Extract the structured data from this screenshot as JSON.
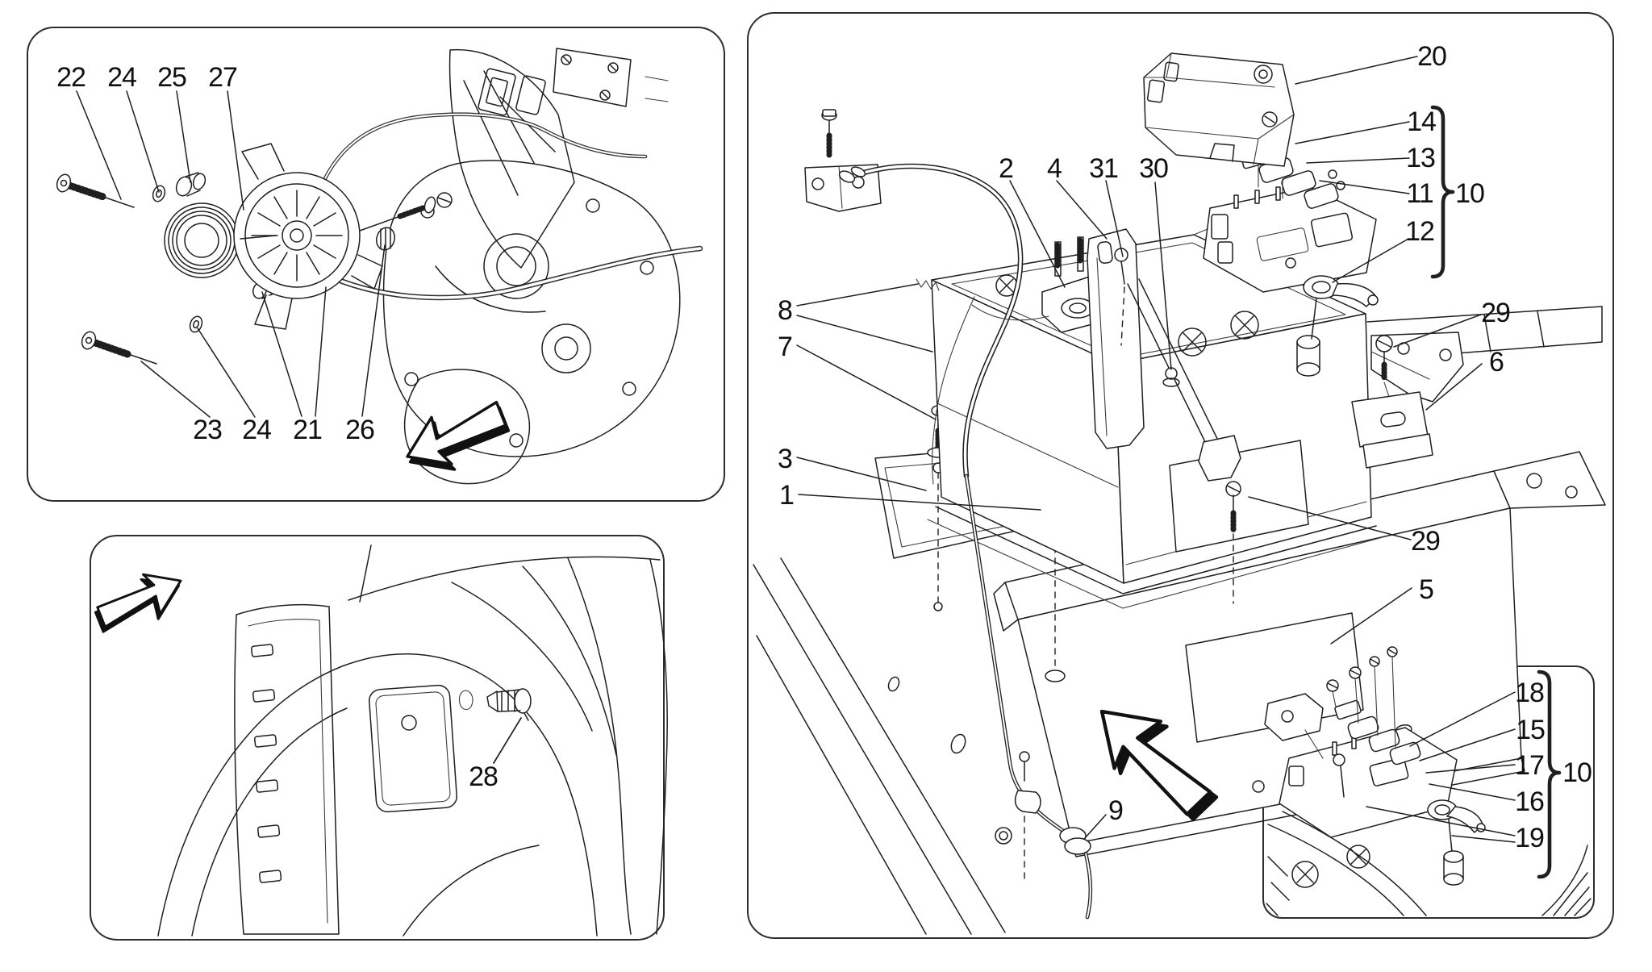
{
  "document": {
    "kind": "vehicle parts exploded diagram"
  },
  "colors": {
    "ink": "#1f1f1f",
    "background": "#ffffff"
  },
  "alternator_panel": {
    "labels_top": [
      "22",
      "24",
      "25",
      "27"
    ],
    "labels_bottom": [
      "23",
      "24",
      "21",
      "26"
    ],
    "arrow_direction": "down-left"
  },
  "trunk_panel": {
    "label": "28",
    "arrow_direction": "up-right"
  },
  "battery_panel": {
    "cover_label": "20",
    "fuse_group": {
      "items": [
        "14",
        "13",
        "11",
        "12"
      ],
      "label": "10"
    },
    "top_row": [
      "2",
      "4",
      "31",
      "30"
    ],
    "left_column": [
      "8",
      "7",
      "3",
      "1"
    ],
    "right_labels": [
      "29",
      "6"
    ],
    "mid_labels": [
      "29",
      "5"
    ],
    "hose_label": "9",
    "arrow_direction": "up-left"
  },
  "inset_panel": {
    "fuse_group": {
      "items": [
        "18",
        "15",
        "17",
        "16",
        "19"
      ],
      "label": "10"
    }
  }
}
